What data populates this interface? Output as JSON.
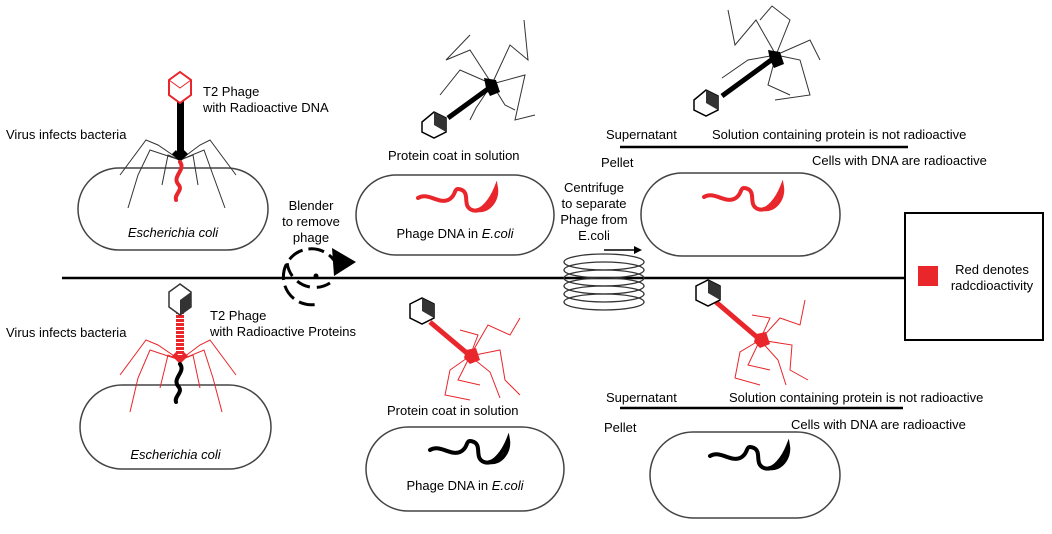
{
  "colors": {
    "radioactive": "#e8262b",
    "ink": "#000000",
    "background": "#ffffff"
  },
  "top": {
    "phage_label_1": "T2 Phage",
    "phage_label_2": "with Radioactive DNA",
    "infect_label": "Virus infects bacteria",
    "cell_label": "Escherichia coli",
    "coat_label": "Protein coat in solution",
    "dna_label_prefix": "Phage DNA in ",
    "dna_label_italic": "E.coli",
    "supernatant_label": "Supernatant",
    "supernatant_result": "Solution containing protein is not radioactive",
    "pellet_label": "Pellet",
    "pellet_result": "Cells with DNA are radioactive"
  },
  "bottom": {
    "phage_label_1": "T2 Phage",
    "phage_label_2": "with Radioactive Proteins",
    "infect_label": "Virus infects bacteria",
    "cell_label": "Escherichia coli",
    "coat_label": "Protein coat in solution",
    "dna_label_prefix": "Phage DNA in ",
    "dna_label_italic": "E.coli",
    "supernatant_label": "Supernatant",
    "supernatant_result": "Solution containing protein is not radioactive",
    "pellet_label": "Pellet",
    "pellet_result": "Cells with DNA are radioactive"
  },
  "blender": {
    "line1": "Blender",
    "line2": "to remove",
    "line3": "phage"
  },
  "centrifuge": {
    "line1": "Centrifuge",
    "line2": "to separate",
    "line3": "Phage from",
    "line4": "E.coli"
  },
  "legend": {
    "text": "Red denotes radcdioactivity",
    "swatch_color": "#e8262b"
  },
  "icons": [
    "t2-phage-icon",
    "blender-icon",
    "centrifuge-coil-icon",
    "dna-strand-icon",
    "protein-coat-icon"
  ]
}
